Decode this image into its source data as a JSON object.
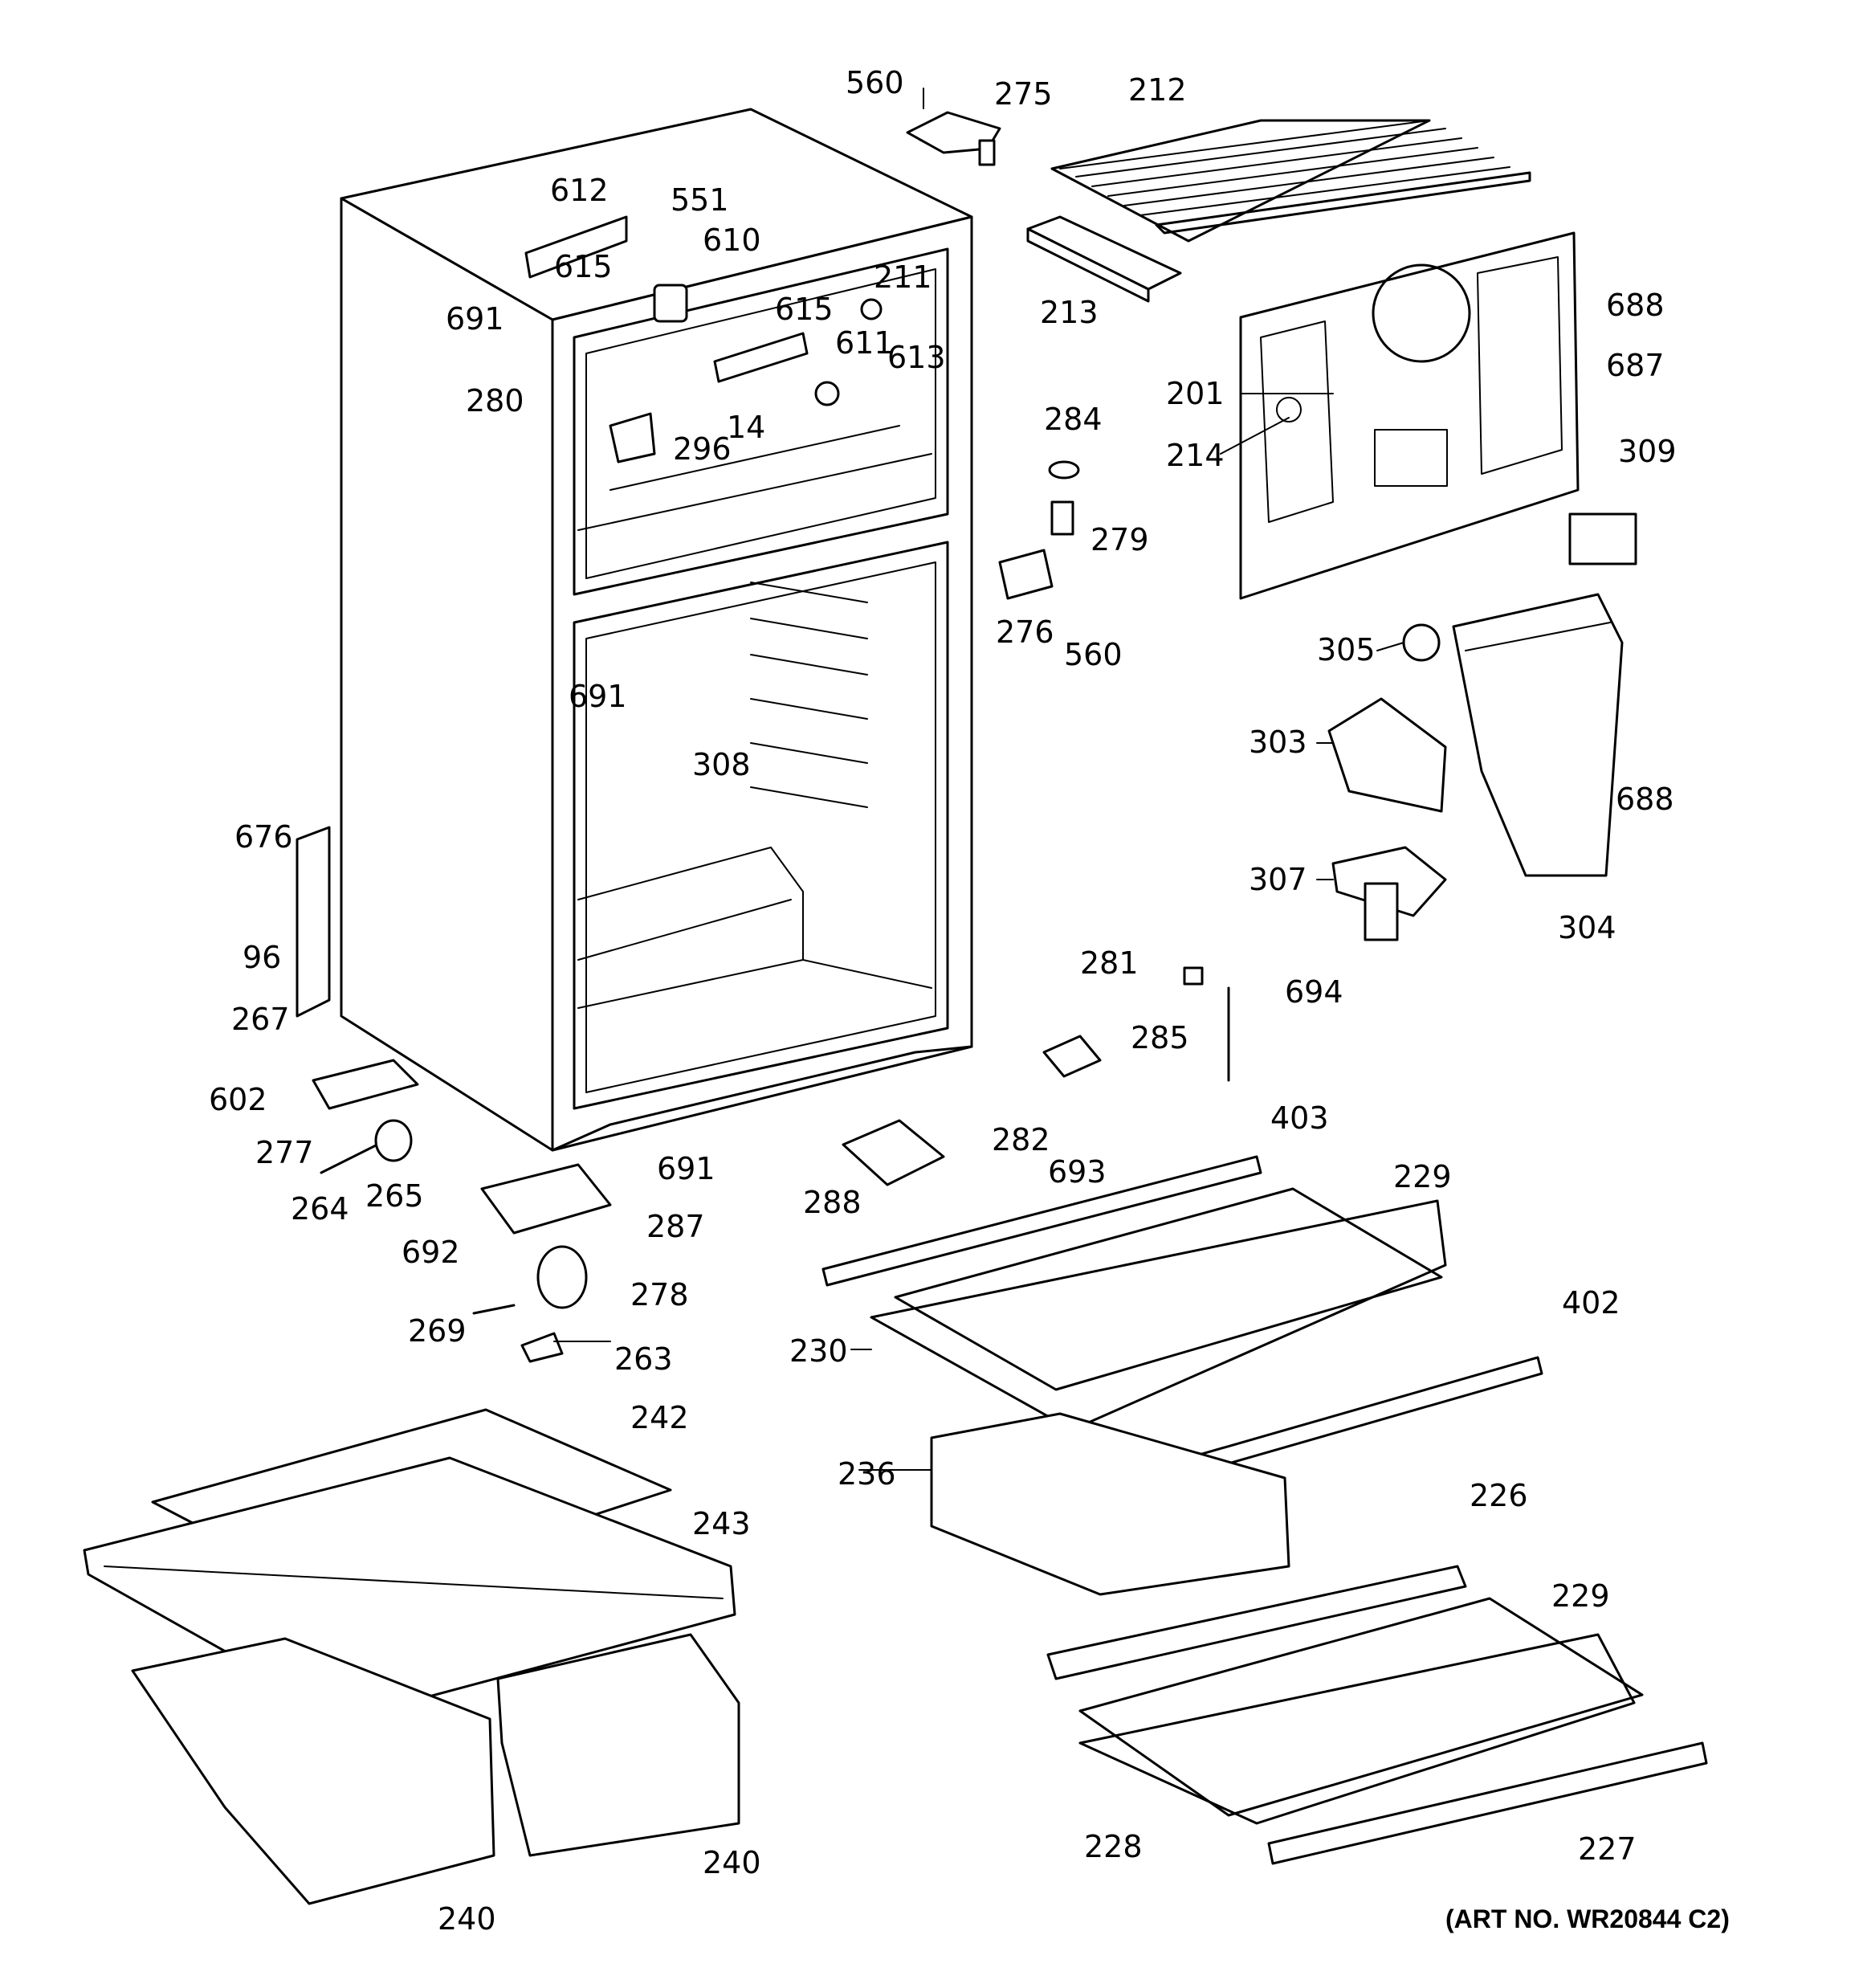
{
  "diagram": {
    "art_number": "(ART NO. WR20844 C2)",
    "part_labels": [
      "560",
      "275",
      "212",
      "612",
      "551",
      "610",
      "615",
      "691",
      "211",
      "615",
      "611",
      "613",
      "213",
      "688",
      "687",
      "201",
      "214",
      "280",
      "296",
      "14",
      "284",
      "279",
      "276",
      "560",
      "309",
      "305",
      "303",
      "688",
      "307",
      "304",
      "691",
      "308",
      "676",
      "96",
      "267",
      "602",
      "277",
      "264",
      "265",
      "691",
      "287",
      "692",
      "278",
      "269",
      "263",
      "281",
      "285",
      "282",
      "693",
      "694",
      "403",
      "229",
      "288",
      "230",
      "402",
      "236",
      "242",
      "243",
      "226",
      "229",
      "228",
      "227",
      "240",
      "240"
    ]
  }
}
